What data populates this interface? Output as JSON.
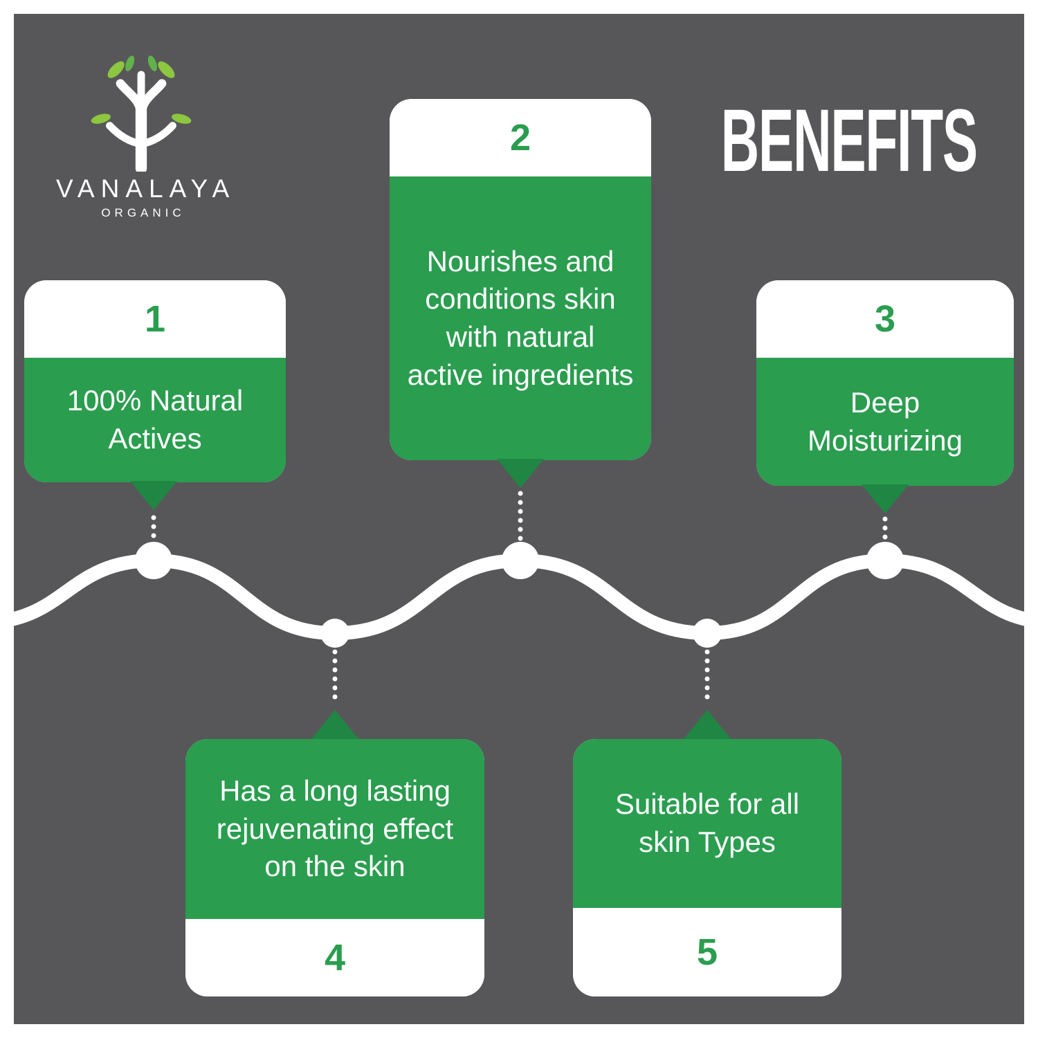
{
  "logo": {
    "brand": "VANALAYA",
    "sub": "ORGANIC"
  },
  "title": "BENEFITS",
  "cards": [
    {
      "number": "1",
      "text": "100% Natural Actives"
    },
    {
      "number": "2",
      "text": "Nourishes and conditions skin with natural active ingredients"
    },
    {
      "number": "3",
      "text": "Deep Moisturizing"
    },
    {
      "number": "4",
      "text": "Has a long lasting rejuvenating effect on the skin"
    },
    {
      "number": "5",
      "text": "Suitable for all skin Types"
    }
  ],
  "colors": {
    "background": "#57575A",
    "card_green": "#2A9D4F",
    "pointer_green": "#1F8743",
    "leaf_green": "#8DC63F",
    "white": "#FFFFFF"
  }
}
